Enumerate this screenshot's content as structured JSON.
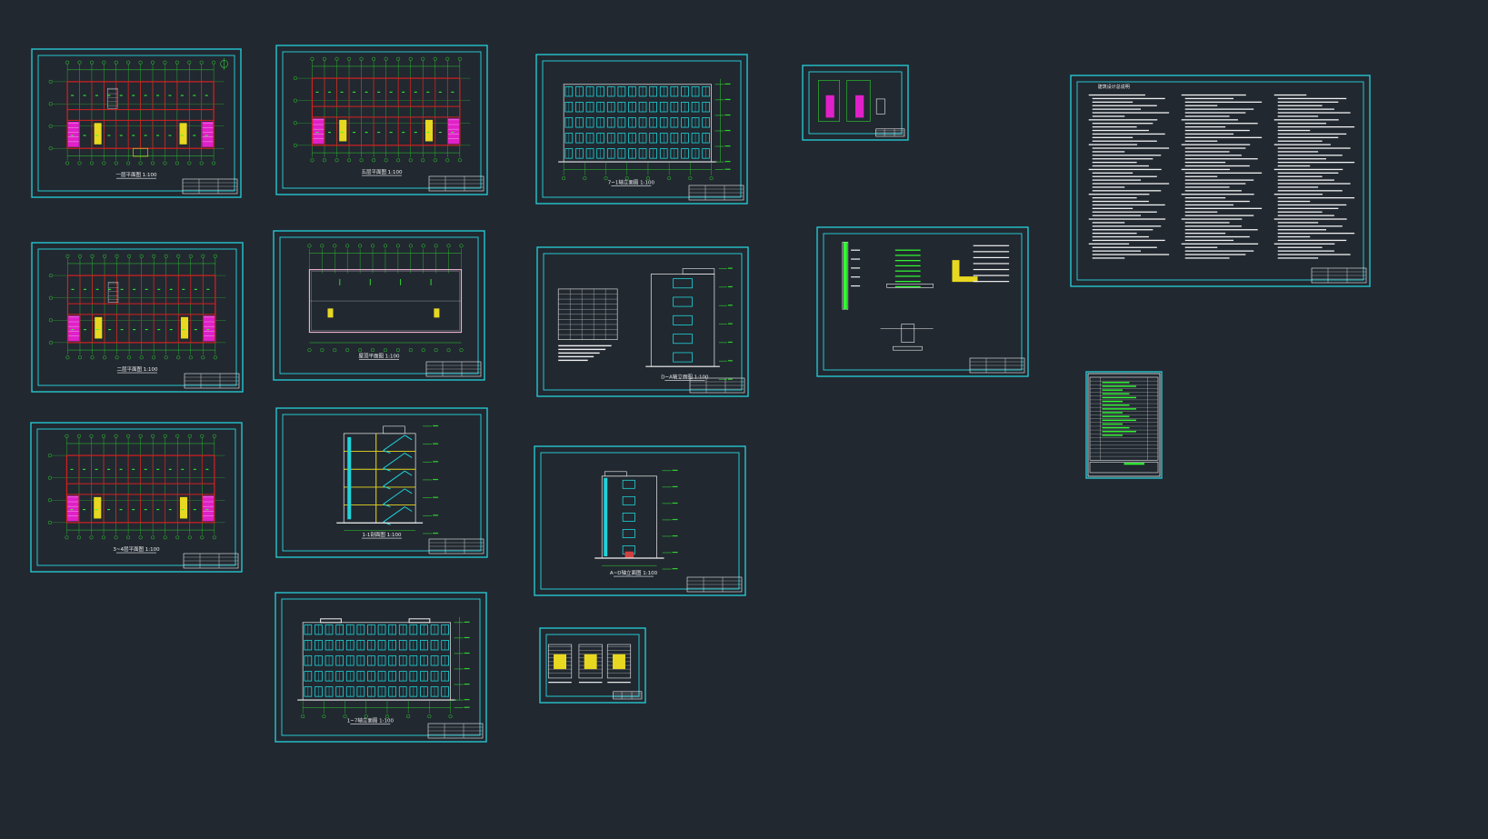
{
  "canvas": {
    "background": "#212830",
    "colors": {
      "frame": "#27c6cf",
      "wall": "#d42020",
      "grid": "#2fd12f",
      "window": "#1fd3d8",
      "stair": "#e020c8",
      "door": "#e8d820",
      "text": "#f0f0f0",
      "note_green": "#33ff33"
    }
  },
  "sheets": [
    {
      "id": "floor-plan-1",
      "kind": "plan",
      "variant": "first",
      "title": "一层平面图 1:100"
    },
    {
      "id": "floor-plan-5",
      "kind": "plan",
      "variant": "upper",
      "title": "五层平面图 1:100"
    },
    {
      "id": "elevation-7-1",
      "kind": "elevation-long",
      "title": "7~1轴立面图 1:100"
    },
    {
      "id": "door-window-detail",
      "kind": "mini-detail",
      "title": ""
    },
    {
      "id": "design-notes",
      "kind": "notes",
      "title": "建筑设计总说明"
    },
    {
      "id": "floor-plan-2",
      "kind": "plan",
      "variant": "second",
      "title": "二层平面图 1:100"
    },
    {
      "id": "roof-plan",
      "kind": "roof",
      "title": "屋顶平面图 1:100"
    },
    {
      "id": "elevation-d-a",
      "kind": "table-elevation",
      "title": "D~A轴立面图 1:100"
    },
    {
      "id": "wall-details",
      "kind": "details",
      "title": ""
    },
    {
      "id": "drawing-index",
      "kind": "index",
      "title": ""
    },
    {
      "id": "floor-plan-3-4",
      "kind": "plan",
      "variant": "upper",
      "title": "3~4层平面图 1:100"
    },
    {
      "id": "section-1-1",
      "kind": "section",
      "title": "1-1剖面图 1:100"
    },
    {
      "id": "elevation-a-d",
      "kind": "elevation-short",
      "title": "A~D轴立面图 1:100"
    },
    {
      "id": "elevation-1-7",
      "kind": "elevation-long",
      "title": "1~7轴立面图 1:100"
    },
    {
      "id": "stair-details",
      "kind": "stairs",
      "title": ""
    }
  ]
}
